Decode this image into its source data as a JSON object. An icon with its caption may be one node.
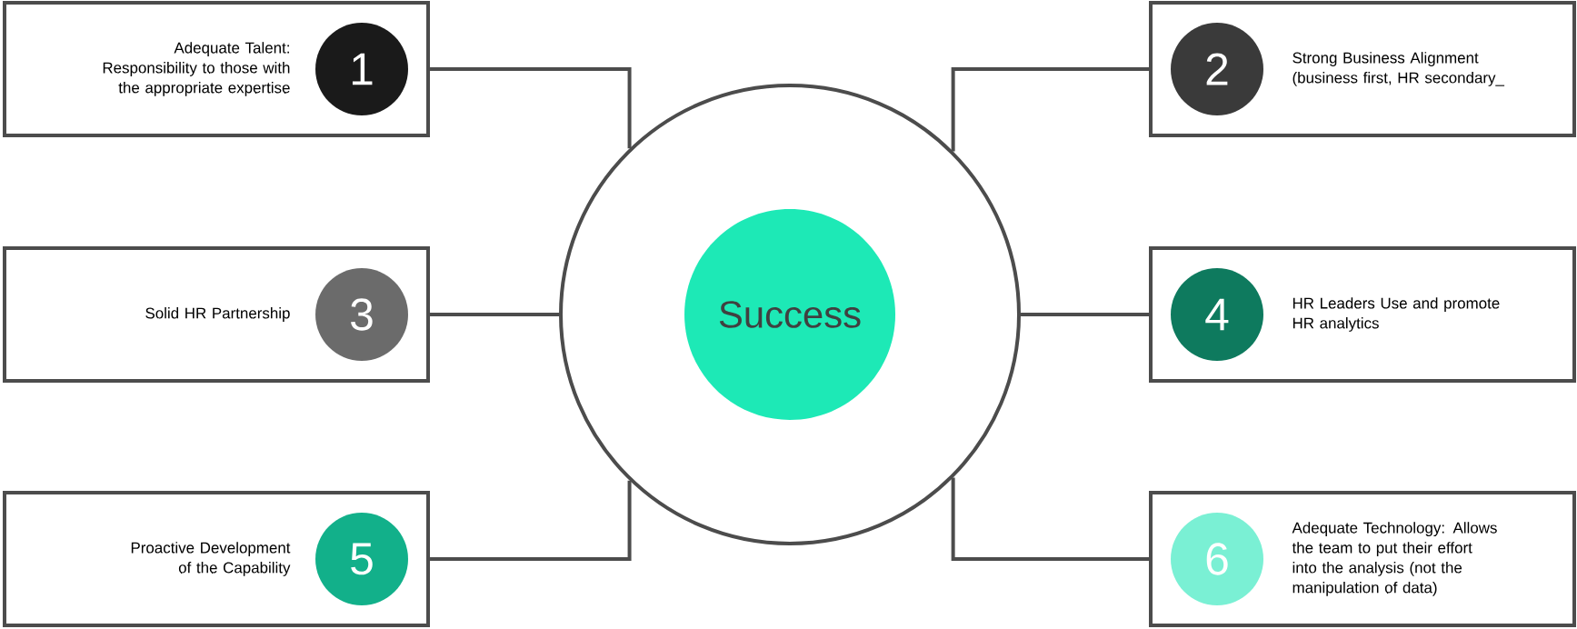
{
  "diagram": {
    "nodes": [
      {
        "text": [],
        "shape": "circle"
      },
      {
        "text": [
          "Success"
        ],
        "in": 0
      },
      {
        "text": [
          "Adequate Talent: Responsibility to those with the appropriate expertise"
        ]
      },
      {
        "text": [
          "1"
        ],
        "in": 2
      },
      {
        "text": [
          "Strong Business Alignment (business first, HR secondary_"
        ]
      },
      {
        "text": [
          "2"
        ],
        "in": 4
      },
      {
        "text": [
          "Solid HR Partnership"
        ]
      },
      {
        "text": [
          "3"
        ],
        "in": 6
      },
      {
        "text": [
          "HR Leaders Use and promote HR analytics"
        ]
      },
      {
        "text": [
          "4"
        ],
        "in": 8
      },
      {
        "text": [
          "Proactive Development of the Capability"
        ]
      },
      {
        "text": [
          "5"
        ],
        "in": 10
      },
      {
        "text": [
          "Adequate Technology: Allows the team to put their effort into the analysis (not the manipulation of data)"
        ]
      },
      {
        "text": [
          "6"
        ],
        "in": 12
      }
    ],
    "edges": [
      {
        "from": 2,
        "to": 0,
        "arrow": "none"
      },
      {
        "from": 4,
        "to": 0,
        "arrow": "none"
      },
      {
        "from": 6,
        "to": 0,
        "arrow": "none"
      },
      {
        "from": 8,
        "to": 0,
        "arrow": "none"
      },
      {
        "from": 10,
        "to": 0,
        "arrow": "none"
      },
      {
        "from": 12,
        "to": 0,
        "arrow": "none"
      }
    ]
  }
}
